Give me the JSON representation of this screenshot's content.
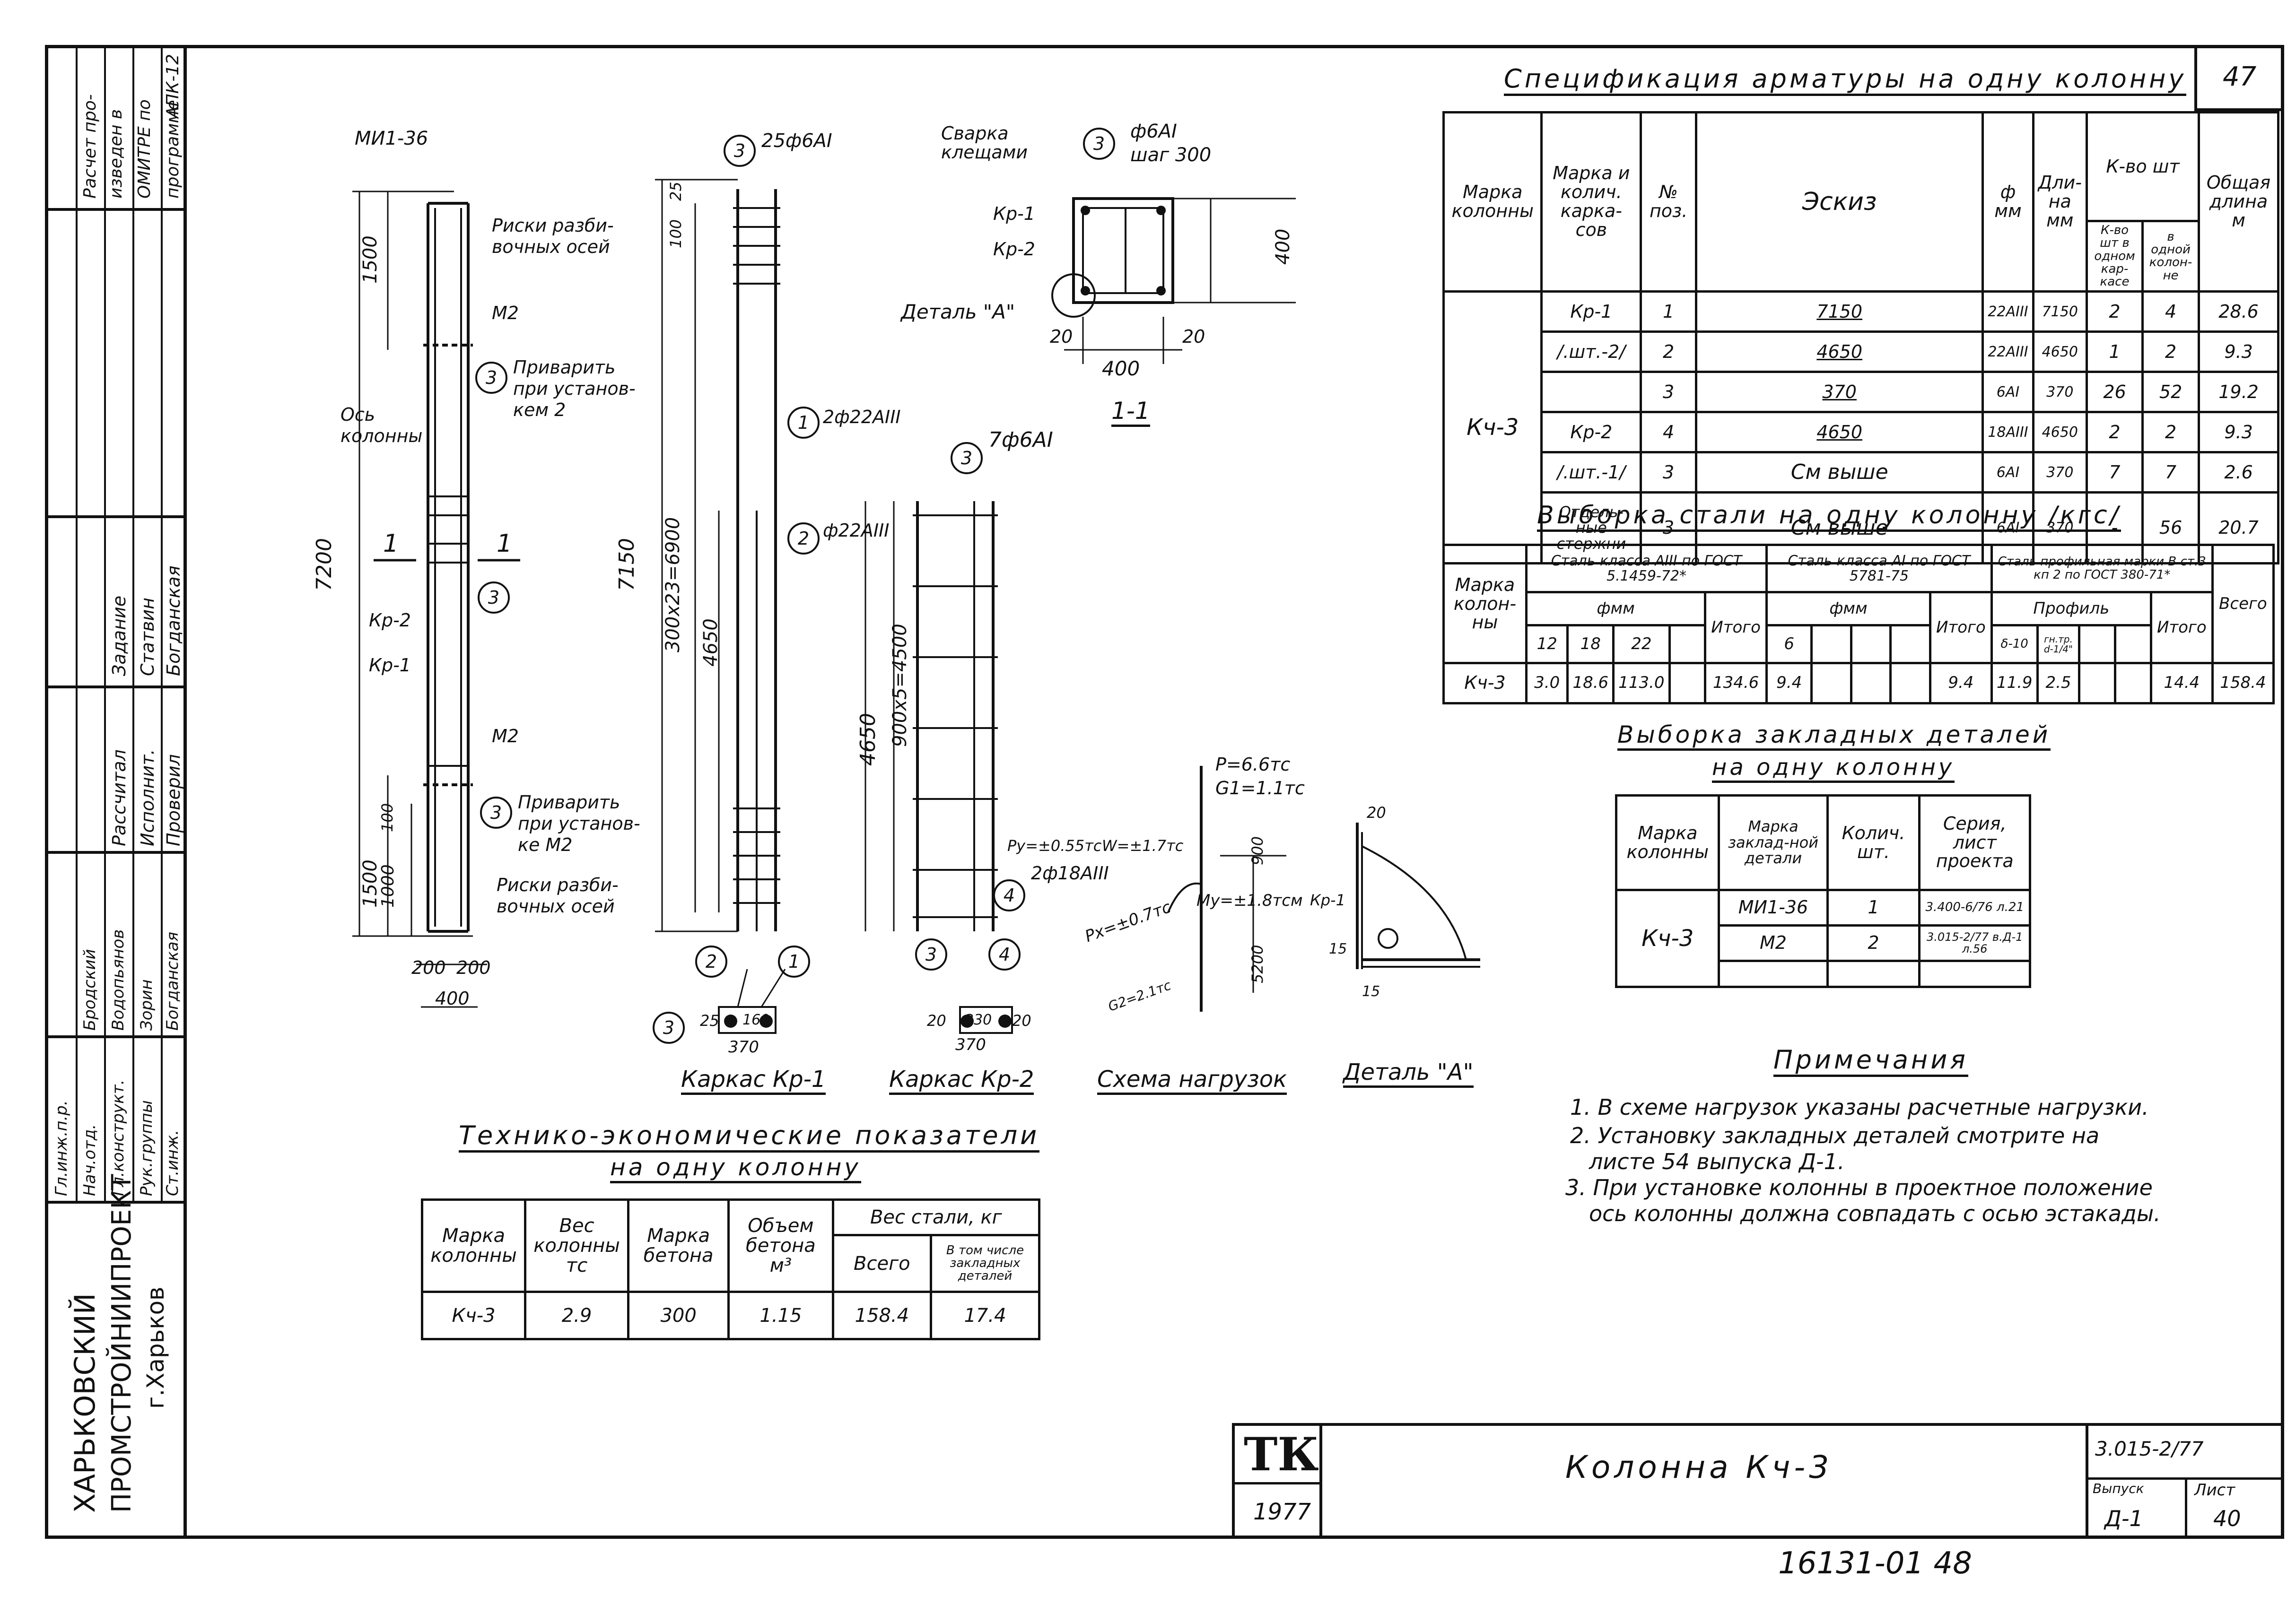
{
  "sheet_number_top": "47",
  "left_stamp": {
    "org_line1": "ХАРЬКОВСКИЙ",
    "org_line2": "ПРОМСТРОЙНИИПРОЕКТ",
    "org_line3": "г.Харьков",
    "calc_note": [
      "Расчет про-",
      "изведен в",
      "ОМИТРЕ по",
      "программе",
      "АПК-12"
    ],
    "rows_top": [
      [
        "Задание",
        "Статвин",
        "Богданская"
      ],
      [
        "Рассчитал",
        "Исполнит.",
        "Проверил"
      ]
    ],
    "rows_bottom": [
      [
        "Гл.инж.п.р.",
        "Бродский"
      ],
      [
        "Нач.отд.",
        "Водопьянов"
      ],
      [
        "Гл.конструкт.",
        "Зорин"
      ],
      [
        "Рук.группы",
        "Богданская"
      ],
      [
        "Ст.инж.",
        ""
      ]
    ]
  },
  "spec": {
    "title": "Спецификация арматуры на одну колонну",
    "headers": [
      "Марка колонны",
      "Марка и колич. карка-сов",
      "№ поз.",
      "Эскиз",
      "ф мм",
      "Дли-на мм",
      "К-во шт в одном кар-касе",
      "в одной колон-не",
      "Общая длина м"
    ],
    "group_header": "К-во шт",
    "column_mark": "Кч-3",
    "rows": [
      {
        "frame": "Кр-1",
        "pos": "1",
        "sketch": "7150",
        "dia": "22АIII",
        "len": "7150",
        "per_frame": "2",
        "per_col": "4",
        "total": "28.6"
      },
      {
        "frame": "/.шт.-2/",
        "pos": "2",
        "sketch": "4650",
        "dia": "22АIII",
        "len": "4650",
        "per_frame": "1",
        "per_col": "2",
        "total": "9.3"
      },
      {
        "frame": "",
        "pos": "3",
        "sketch": "370",
        "dia": "6АI",
        "len": "370",
        "per_frame": "26",
        "per_col": "52",
        "total": "19.2"
      },
      {
        "frame": "Кр-2",
        "pos": "4",
        "sketch": "4650",
        "dia": "18АIII",
        "len": "4650",
        "per_frame": "2",
        "per_col": "2",
        "total": "9.3"
      },
      {
        "frame": "/.шт.-1/",
        "pos": "3",
        "sketch": "См выше",
        "dia": "6АI",
        "len": "370",
        "per_frame": "7",
        "per_col": "7",
        "total": "2.6"
      },
      {
        "frame": "Отдель-ные стержни",
        "pos": "3",
        "sketch": "См выше",
        "dia": "6АI",
        "len": "370",
        "per_frame": "-",
        "per_col": "56",
        "total": "20.7"
      }
    ]
  },
  "steel": {
    "title": "Выборка стали на одну колонну /кгс/",
    "h_mark": "Марка колон-ны",
    "h_a3": "Сталь класса АIII по ГОСТ 5.1459-72*",
    "h_a1": "Сталь класса АI по ГОСТ 5781-75",
    "h_prof": "Сталь профильная марки В ст.3 кп 2 по ГОСТ 380-71*",
    "h_fmm": "фмм",
    "h_profile": "Профиль",
    "h_total": "Итого",
    "h_all": "Всего",
    "dia_a3": [
      "12",
      "18",
      "22"
    ],
    "dia_a1": [
      "6"
    ],
    "prof_cols": [
      "δ-10",
      "гн.тр. d-1/4\""
    ],
    "row": {
      "mark": "Кч-3",
      "a3": [
        "3.0",
        "18.6",
        "113.0"
      ],
      "a3_total": "134.6",
      "a1": [
        "9.4"
      ],
      "a1_total": "9.4",
      "prof": [
        "11.9",
        "2.5"
      ],
      "prof_total": "14.4",
      "all": "158.4"
    }
  },
  "embedded": {
    "title1": "Выборка закладных деталей",
    "title2": "на одну колонну",
    "headers": [
      "Марка колонны",
      "Марка заклад-ной детали",
      "Колич. шт.",
      "Серия, лист проекта"
    ],
    "mark": "Кч-3",
    "rows": [
      {
        "detail": "МИ1-36",
        "qty": "1",
        "series": "3.400-6/76 л.21"
      },
      {
        "detail": "М2",
        "qty": "2",
        "series": "3.015-2/77 в.Д-1 л.56"
      }
    ]
  },
  "tep": {
    "title1": "Технико-экономические показатели",
    "title2": "на одну колонну",
    "headers": [
      "Марка колонны",
      "Вес колонны тс",
      "Марка бетона",
      "Объем бетона м³",
      "Вес стали, кг",
      "Всего",
      "В том числе закладных деталей"
    ],
    "row": [
      "Кч-3",
      "2.9",
      "300",
      "1.15",
      "158.4",
      "17.4"
    ]
  },
  "notes": {
    "title": "Примечания",
    "items": [
      "1. В схеме нагрузок указаны расчетные нагрузки.",
      "2. Установку закладных деталей смотрите на",
      "листе 54 выпуска Д-1.",
      "3. При установке колонны в проектное положение",
      "ось колонны должна совпадать с осью эстакады."
    ]
  },
  "drawing_labels": {
    "mi": "МИ1-36",
    "riski1": "Риски разби-",
    "riski1b": "вочных осей",
    "m2a": "М2",
    "privarit1": "Приварить",
    "privarit1b": "при установ-",
    "privarit1c": "кем 2",
    "os": "Ось",
    "os2": "колонны",
    "sec": "1",
    "kr2": "Кр-2",
    "kr1": "Кр-1",
    "m2b": "М2",
    "privarit2": "Приварить",
    "privarit2b": "при установ-",
    "privarit2c": "ке М2",
    "riski2": "Риски разби-",
    "riski2b": "вочных осей",
    "d1500a": "1500",
    "d7200": "7200",
    "d1500b": "1500",
    "d1000": "1000",
    "d100": "100",
    "d200a": "200",
    "d200b": "200",
    "d400": "400",
    "c3": "3",
    "c1": "1",
    "c2": "2",
    "c4": "4",
    "r25f6": "25ф6АI",
    "r2f22": "2ф22АIII",
    "rf22": "ф22АIII",
    "d7150": "7150",
    "d300x23": "300х23=6900",
    "d4650a": "4650",
    "d25": "25",
    "d100b": "100",
    "svarka": "Сварка",
    "klesh": "клещами",
    "f6": "ф6АI",
    "shag": "шаг 300",
    "krx1": "Кр-1",
    "krx2": "Кр-2",
    "detal": "Деталь \"А\"",
    "d400s": "400",
    "d20a": "20",
    "d20b": "20",
    "d400b": "400",
    "sec11": "1-1",
    "r7f6": "7ф6АI",
    "d4650b": "4650",
    "d900x5": "900х5=4500",
    "r2f18": "2ф18АIII",
    "kar1": "Каркас Кр-1",
    "kar2": "Каркас Кр-2",
    "d370a": "370",
    "d370b": "370",
    "d160": "160",
    "d330": "330",
    "d25b": "25",
    "d20c": "20",
    "d20d": "20",
    "p": "P=6.6тс",
    "g1": "G1=1.1тс",
    "py": "Py=±0.55тс",
    "w": "W=±1.7тс",
    "px": "Px=±0.7тс",
    "my": "My=±1.8тсм",
    "d900s": "900",
    "d5200": "5200",
    "g2": "G2=2.1тс",
    "shema": "Схема нагрузок",
    "detA": "Деталь \"А\"",
    "d20e": "20",
    "d15a": "15",
    "d15b": "15",
    "krd": "Кр-1"
  },
  "title_block": {
    "logo": "ТК",
    "year": "1977",
    "name": "Колонна Кч-3",
    "series": "3.015-2/77",
    "vyp_label": "Выпуск",
    "list_label": "Лист",
    "vyp": "Д-1",
    "list": "40"
  },
  "archive_number": "16131-01  48"
}
